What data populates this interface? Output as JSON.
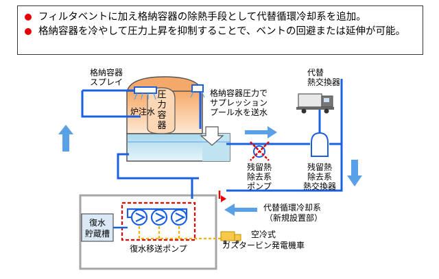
{
  "notes": [
    "フィルタベントに加え格納容器の除熱手段として代替循環冷却系を追加。",
    "格納容器を冷やして圧力上昇を抑制することで、ベントの回避または延伸が可能。"
  ],
  "labels": {
    "spray_1": "格納容器",
    "spray_2": "スプレイ",
    "vessel_1": "圧",
    "vessel_2": "力",
    "vessel_3": "容",
    "vessel_4": "器",
    "core_water": "炉注水",
    "suppression_1": "格納容器圧力で",
    "suppression_2": "サプレッション",
    "suppression_3": "プール水を送水",
    "alt_hx_1": "代替",
    "alt_hx_2": "熱交換器",
    "rhr_pump_1": "残留熱",
    "rhr_pump_2": "除去系",
    "rhr_pump_3": "ポンプ",
    "rhr_hx_1": "残留熱",
    "rhr_hx_2": "除去系",
    "rhr_hx_3": "熱交換器",
    "alt_cooling_1": "代替循環冷却系",
    "alt_cooling_2": "（新規設置部）",
    "condensate_tank_1": "復水",
    "condensate_tank_2": "貯蔵槽",
    "condensate_pump": "復水移送ポンプ",
    "gas_turbine_1": "空冷式",
    "gas_turbine_2": "ガスタービン発電機車"
  },
  "colors": {
    "flow_blue": "#1a5fe0",
    "arrow_blue": "#5aa0e6",
    "alt_red": "#e60000",
    "power_yellow": "#f0b400",
    "vessel_orange": "#f6b98a",
    "pool_water": "#cfe8f3"
  },
  "icons": [
    "bullet-dot",
    "spray-nozzle",
    "pump",
    "heat-exchanger",
    "truck",
    "flow-arrow",
    "stopped-pump-x"
  ]
}
